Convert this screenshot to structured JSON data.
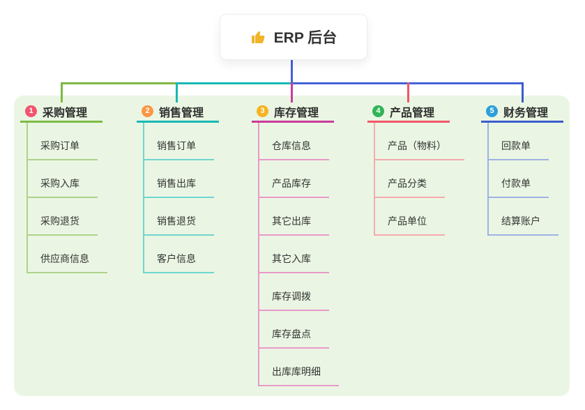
{
  "root": {
    "icon": "thumbs-up-icon",
    "label": "ERP 后台"
  },
  "branches": [
    {
      "num": "1",
      "label": "采购管理",
      "color": "#7db944",
      "light_color": "#aed389",
      "badge_color": "#f4536e",
      "items": [
        "采购订单",
        "采购入库",
        "采购退货",
        "供应商信息"
      ]
    },
    {
      "num": "2",
      "label": "销售管理",
      "color": "#17b8b4",
      "light_color": "#6fd5cf",
      "badge_color": "#fd9644",
      "items": [
        "销售订单",
        "销售出库",
        "销售退货",
        "客户信息"
      ]
    },
    {
      "num": "3",
      "label": "库存管理",
      "color": "#ca3a9d",
      "light_color": "#e999c9",
      "badge_color": "#f7b322",
      "items": [
        "仓库信息",
        "产品库存",
        "其它出库",
        "其它入库",
        "库存调拨",
        "库存盘点",
        "出库库明细"
      ]
    },
    {
      "num": "4",
      "label": "产品管理",
      "color": "#f2566a",
      "light_color": "#f6aaae",
      "badge_color": "#30b455",
      "items": [
        "产品（物料）",
        "产品分类",
        "产品单位"
      ]
    },
    {
      "num": "5",
      "label": "财务管理",
      "color": "#3d5cce",
      "light_color": "#9fb1e4",
      "badge_color": "#2d9fd9",
      "items": [
        "回款单",
        "付款单",
        "结算账户"
      ]
    }
  ],
  "colors": {
    "panel_background": "#eaf6e3",
    "page_background": "#ffffff",
    "root_connector": "#4362d8",
    "text": "#333333",
    "thumbs_up": "#f0b429"
  }
}
